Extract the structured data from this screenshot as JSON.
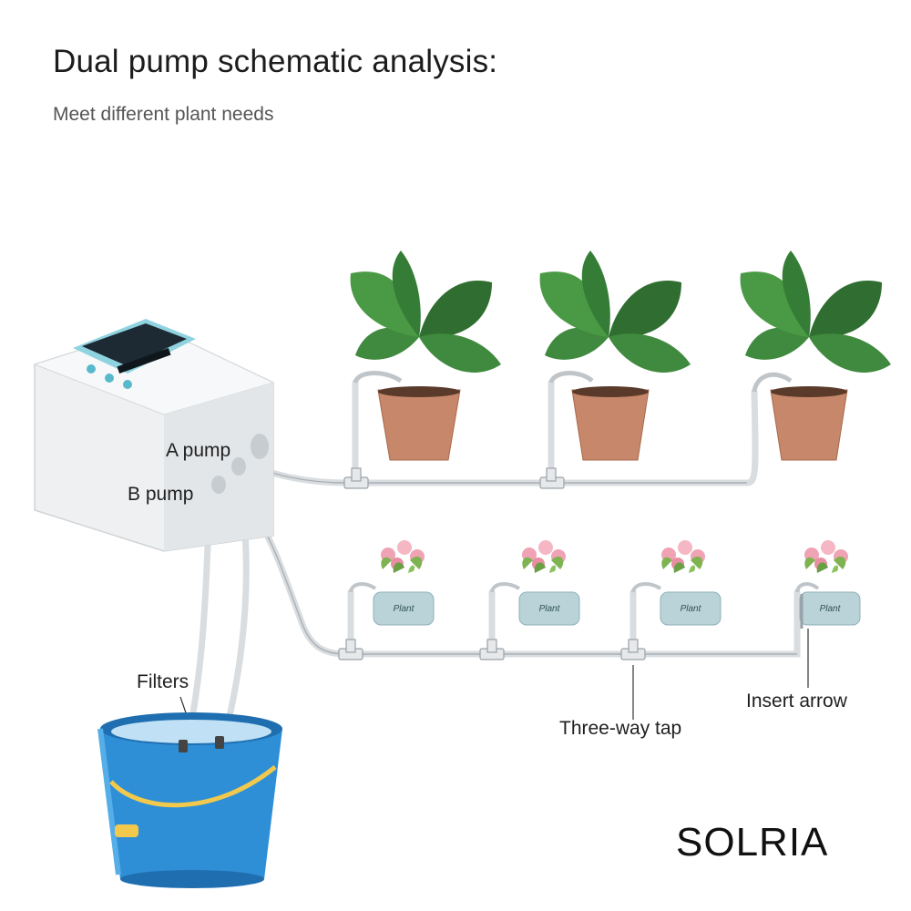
{
  "title": "Dual pump schematic analysis:",
  "subtitle": "Meet different plant needs",
  "labels": {
    "a_pump": "A pump",
    "b_pump": "B pump",
    "filters": "Filters",
    "three_way_tap": "Three-way tap",
    "insert_arrow": "Insert arrow"
  },
  "brand": "SOLRIA",
  "pot_label": "Plant",
  "colors": {
    "leaf": "#3f8a3e",
    "leaf_dark": "#2f6e30",
    "pot": "#c7876a",
    "bucket": "#2f8fd6",
    "tube": "#d9dde0",
    "controller_screen": "#1e2a33",
    "succulent_pot": "#b9d3d8",
    "flower": "#f0a3b4"
  },
  "icons": [
    "monstera-plant-icon",
    "succulent-plant-icon",
    "water-bucket-icon",
    "pump-controller-icon",
    "three-way-tap-icon",
    "insert-arrow-icon"
  ]
}
